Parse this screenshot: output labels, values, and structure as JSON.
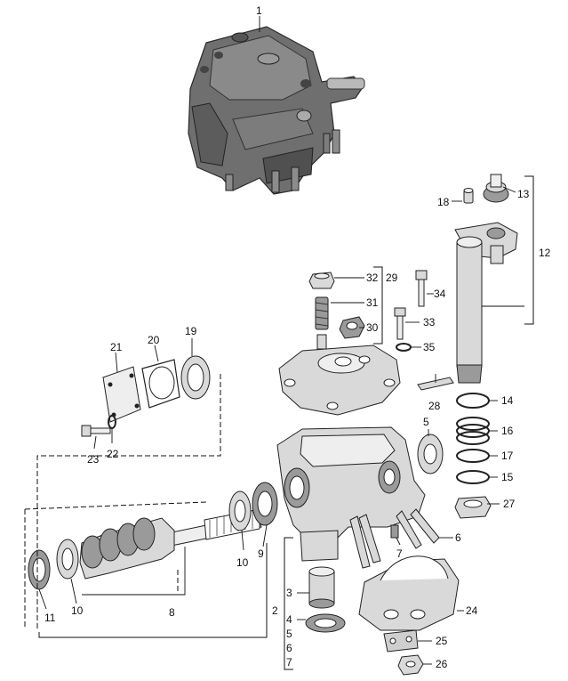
{
  "parts": {
    "p1": "1",
    "p2": "2",
    "p3": "3",
    "p4": "4",
    "p5a": "5",
    "p5b": "5",
    "p6a": "6",
    "p6b": "6",
    "p7a": "7",
    "p7b": "7",
    "p8": "8",
    "p9": "9",
    "p10a": "10",
    "p10b": "10",
    "p11": "11",
    "p12": "12",
    "p13": "13",
    "p14": "14",
    "p15": "15",
    "p16": "16",
    "p17": "17",
    "p18": "18",
    "p19": "19",
    "p20": "20",
    "p21": "21",
    "p22": "22",
    "p23": "23",
    "p24": "24",
    "p25": "25",
    "p26": "26",
    "p27": "27",
    "p28": "28",
    "p29": "29",
    "p30": "30",
    "p31": "31",
    "p32": "32",
    "p33": "33",
    "p34": "34",
    "p35": "35"
  }
}
